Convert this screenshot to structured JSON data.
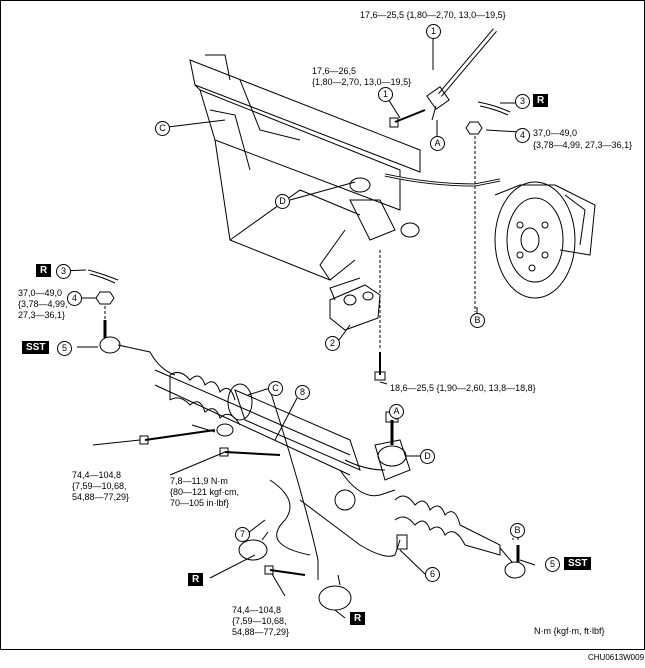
{
  "callouts": {
    "n1": "1",
    "n2": "2",
    "n3": "3",
    "n4": "4",
    "n5": "5",
    "n6": "6",
    "n7": "7",
    "n8": "8",
    "a": "A",
    "b": "B",
    "c": "C",
    "d": "D"
  },
  "badges": {
    "r": "R",
    "sst": "SST"
  },
  "torques": {
    "t_top": "17,6—25,5 {1,80—2,70, 13,0—19,5}",
    "t_upper_a": "17,6—26,5",
    "t_upper_b": "{1,80—2,70, 13,0—19,5}",
    "t_right_a": "37,0—49,0",
    "t_right_b": "{3,78—4,99, 27,3—36,1}",
    "t_left_a": "37,0—49,0",
    "t_left_b": "{3,78—4,99,",
    "t_left_c": "27,3—36,1}",
    "t_bracket": "18,6—25,5 {1,90—2,60, 13,8—18,8}",
    "t_rack_a": "74,4—104,8",
    "t_rack_b": "{7,59—10,68,",
    "t_rack_c": "54,88—77,29}",
    "t_small_a": "7,8—11,9 N·m",
    "t_small_b": "{80—121 kgf·cm,",
    "t_small_c": "70—105 in·lbf}",
    "t_bottom_a": "74,4—104,8",
    "t_bottom_b": "{7,59—10,68,",
    "t_bottom_c": "54,88—77,29}"
  },
  "units": "N·m {kgf·m, ft·lbf}",
  "figure_code": "CHU0613W009"
}
